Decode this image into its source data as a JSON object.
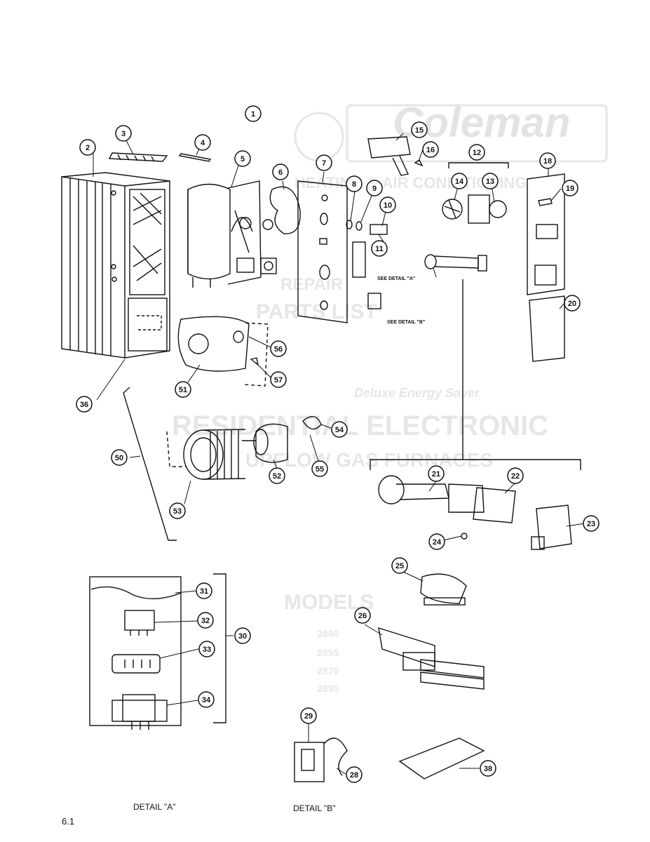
{
  "watermark": {
    "brand": "Coleman",
    "tagline": "HEATING & AIR CONDITIONING",
    "line1": "REPAIR",
    "line2": "PARTS LIST",
    "line3": "Deluxe Energy Saver",
    "line4": "RESIDENTIAL ELECTRONIC",
    "line5": "UPFLOW GAS FURNACES",
    "models_title": "MODELS",
    "models": [
      "2840",
      "2855",
      "2870",
      "2890"
    ]
  },
  "callouts": [
    "1",
    "2",
    "3",
    "4",
    "5",
    "6",
    "7",
    "8",
    "9",
    "10",
    "11",
    "12",
    "13",
    "14",
    "15",
    "16",
    "18",
    "19",
    "20",
    "21",
    "22",
    "23",
    "24",
    "25",
    "26",
    "28",
    "29",
    "30",
    "31",
    "32",
    "33",
    "34",
    "36",
    "38",
    "50",
    "51",
    "52",
    "53",
    "54",
    "55",
    "56",
    "57"
  ],
  "see_detail_a": "SEE DETAIL \"A\"",
  "see_detail_b": "SEE DETAIL \"B\"",
  "detail_a_caption": "DETAIL \"A\"",
  "detail_b_caption": "DETAIL \"B\"",
  "page_number": "6.1"
}
